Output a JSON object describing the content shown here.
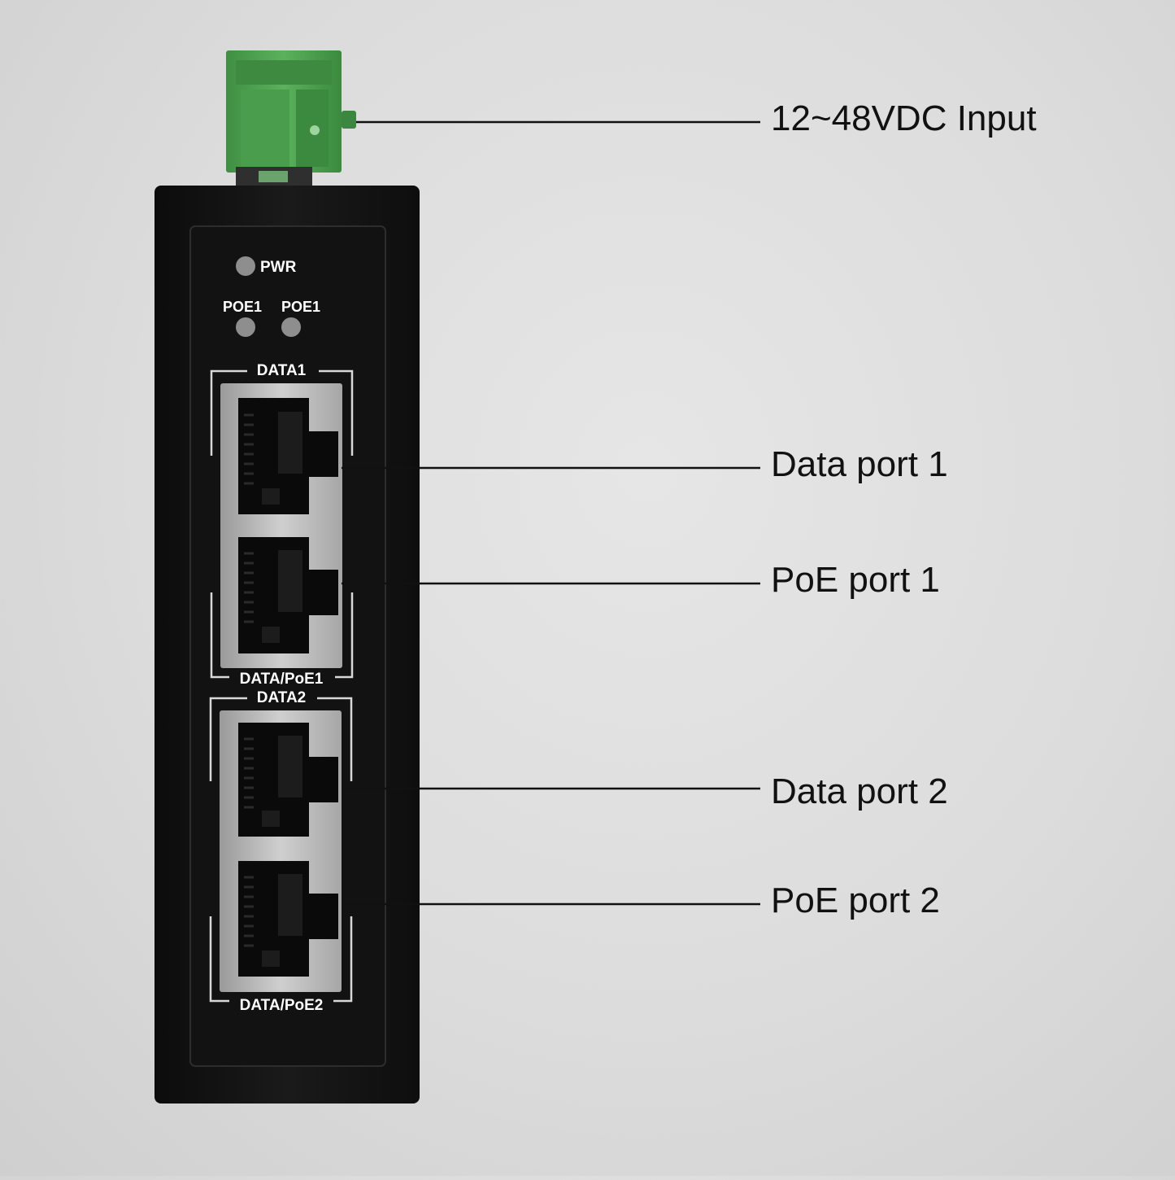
{
  "device": {
    "leds": {
      "pwr_label": "PWR",
      "poe_left_label": "POE1",
      "poe_right_label": "POE1"
    },
    "port_groups": [
      {
        "top_label": "DATA1",
        "bottom_label": "DATA/PoE1"
      },
      {
        "top_label": "DATA2",
        "bottom_label": "DATA/PoE2"
      }
    ],
    "colors": {
      "housing": "#141414",
      "terminal_block": "#4fa050",
      "port_frame": "#b9b9b9",
      "led": "#8e8e8e"
    }
  },
  "callouts": [
    {
      "label": "12~48VDC Input"
    },
    {
      "label": "Data port 1"
    },
    {
      "label": "PoE port 1"
    },
    {
      "label": "Data port 2"
    },
    {
      "label": "PoE port 2"
    }
  ]
}
